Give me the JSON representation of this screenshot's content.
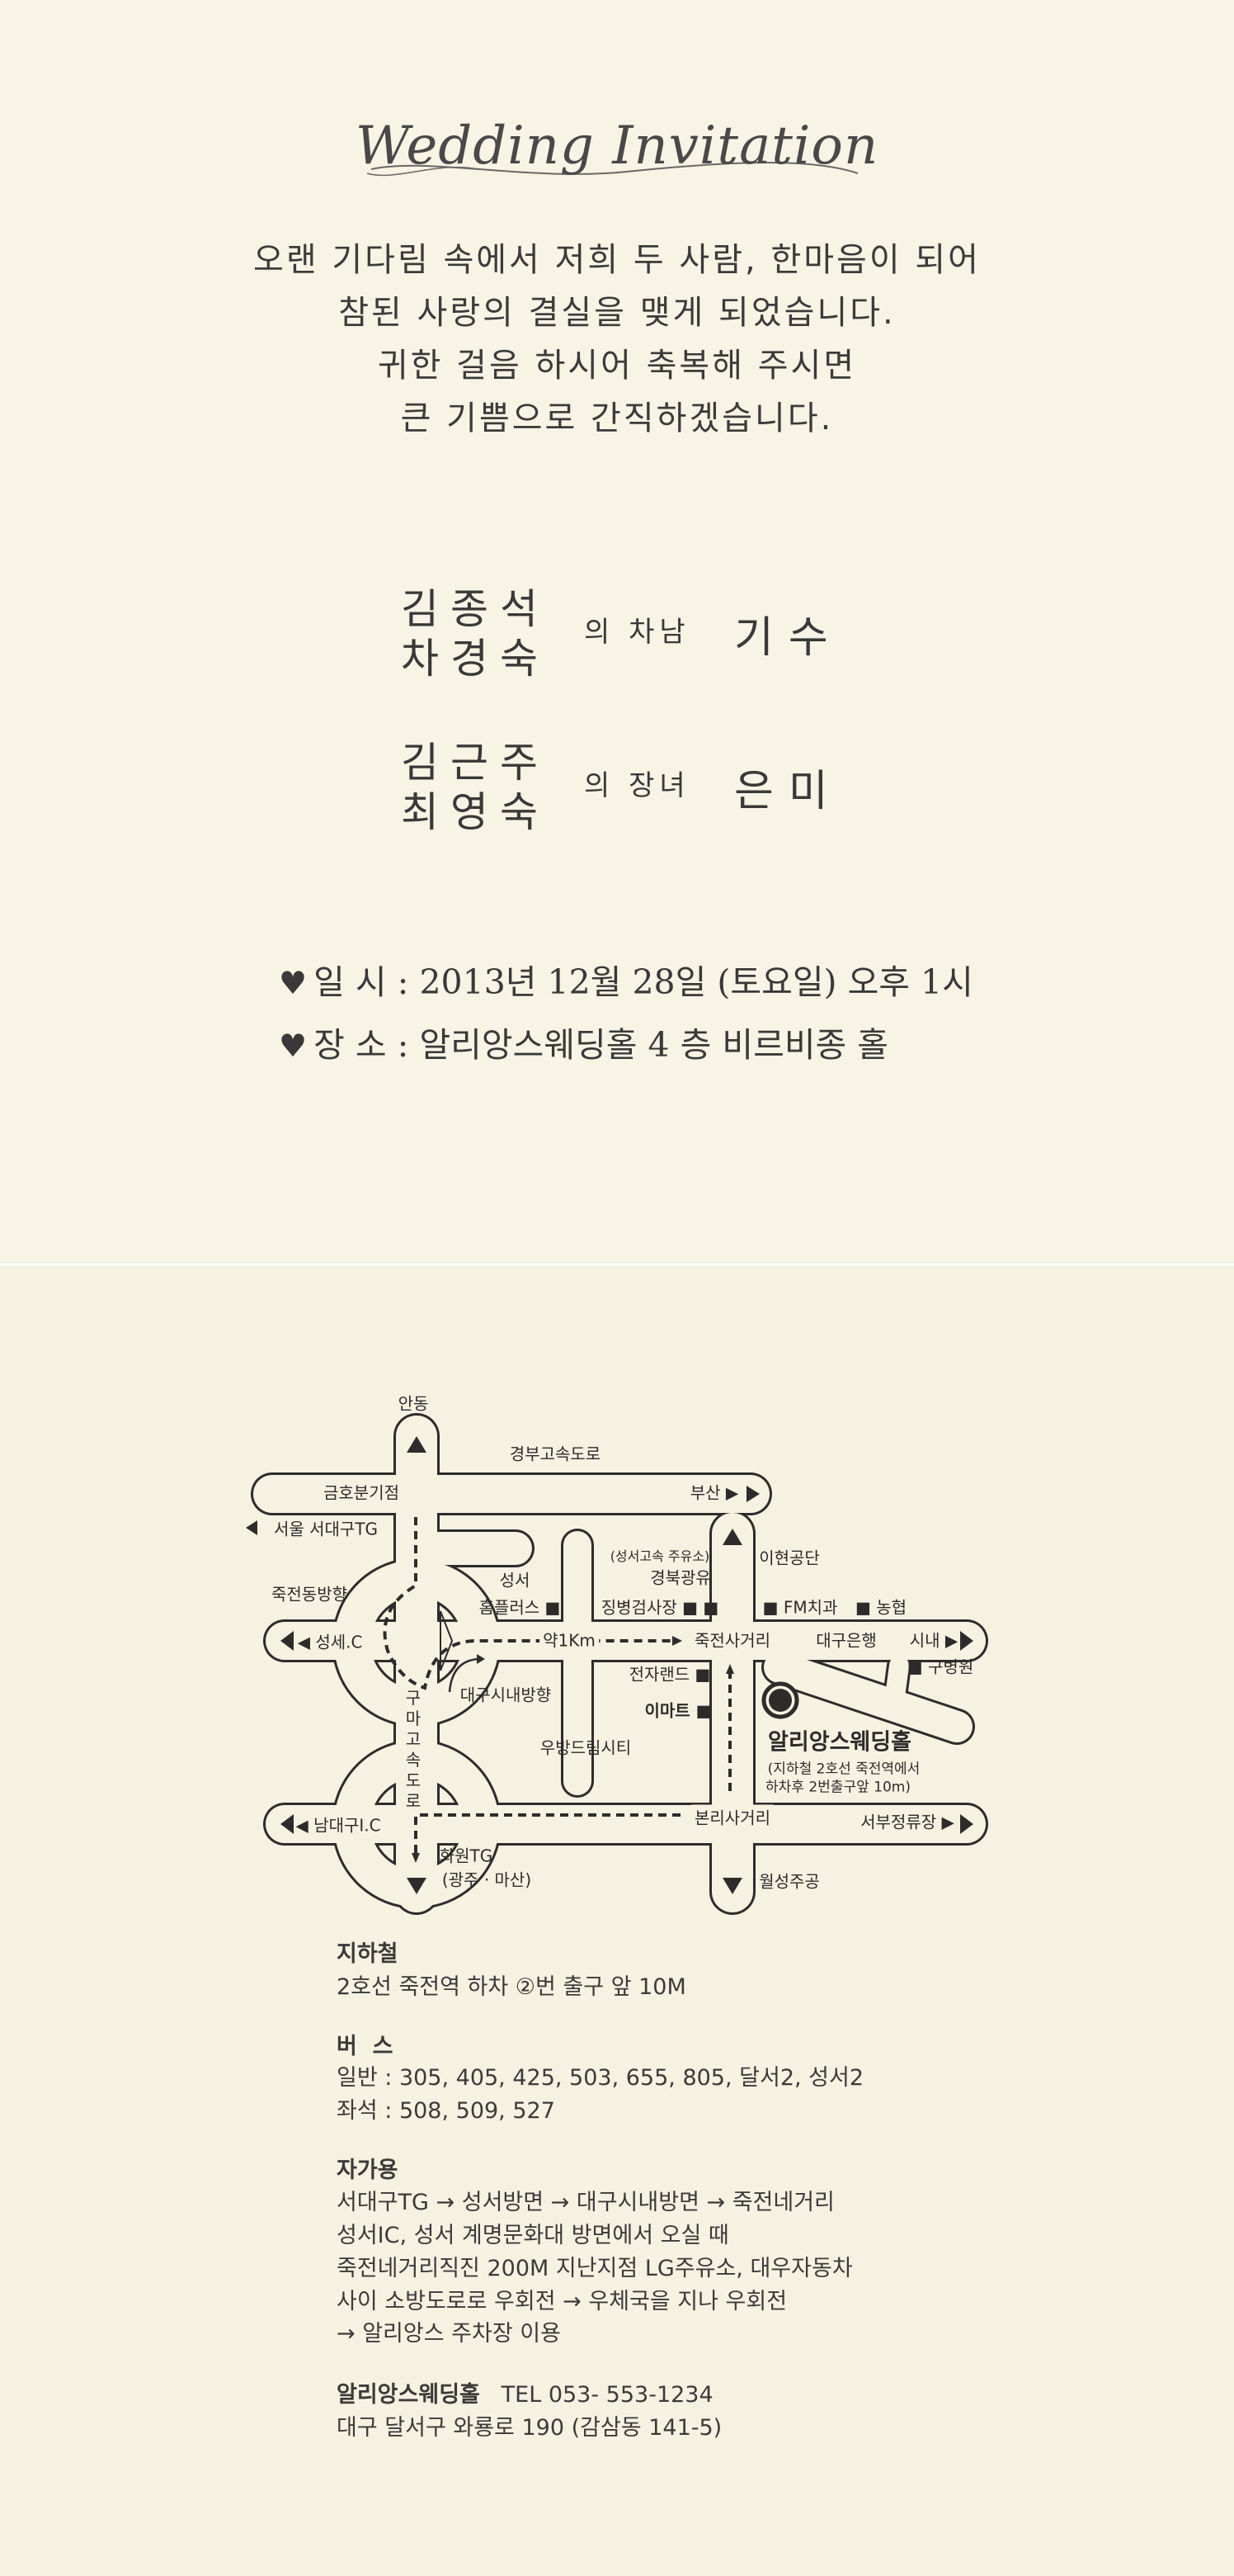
{
  "header": {
    "title": "Wedding Invitation"
  },
  "greeting": [
    "오랜 기다림 속에서 저희 두 사람, 한마음이 되어",
    "참된 사랑의 결실을 맺게 되었습니다.",
    "귀한 걸음 하시어 축복해 주시면",
    "큰 기쁨으로 간직하겠습니다."
  ],
  "families": [
    {
      "father": "김종석",
      "mother": "차경숙",
      "relation": "의 차남",
      "child": "기수"
    },
    {
      "father": "김근주",
      "mother": "최영숙",
      "relation": "의 장녀",
      "child": "은미"
    }
  ],
  "details": {
    "date": {
      "icon": "♥",
      "label": "일 시 : ",
      "value": "2013년 12월 28일 (토요일) 오후 1시"
    },
    "venue": {
      "icon": "♥",
      "label": "장 소 : ",
      "value": "알리앙스웨딩홀 4 층 비르비종 홀"
    }
  },
  "map": {
    "andong": "안동",
    "expressway": "경부고속도로",
    "geumho": "금호분기점",
    "busan": "부산",
    "seoul": "서울 서대구TG",
    "gas_station_note": "(성서고속 주유소)",
    "ihyeon": "이현공단",
    "seongseo": "성서",
    "gyeongbuk": "경북광유",
    "jukjeon_dir": "죽전동방향",
    "homeplus": "홈플러스",
    "byeongmu": "징병검사장",
    "fm_dental": "FM치과",
    "nonghyup": "농협",
    "seongseo_ic": "성세.C",
    "distance": "약1Km",
    "jukjeon_cross": "죽전사거리",
    "daegu_bank": "대구은행",
    "downtown": "시내",
    "gu_hospital": "구병원",
    "electroland": "전자랜드",
    "downtown_dir": "대구시내방향",
    "emart": "이마트",
    "venue": "알리앙스웨딩홀",
    "venue_note1": "(지하철 2호선 죽전역에서",
    "venue_note2": "하차후 2번출구앞 10m)",
    "woobang": "우방드림시티",
    "guma": [
      "구",
      "마",
      "고",
      "속",
      "도",
      "로"
    ],
    "namdaegu": "남대구I.C",
    "bonri": "본리사거리",
    "seobu": "서부정류장",
    "hwawon": "화원TG",
    "hwawon_note": "(광주 · 마산)",
    "wolseong": "월성주공"
  },
  "directions": {
    "subway_title": "지하철",
    "subway": "2호선 죽전역 하차 ②번 출구 앞 10M",
    "bus_title": "버  스",
    "bus_general": "일반 : 305, 405, 425, 503, 655, 805, 달서2, 성서2",
    "bus_seat": "좌석 : 508, 509, 527",
    "car_title": "자가용",
    "car": [
      "서대구TG → 성서방면 → 대구시내방면 → 죽전네거리",
      "성서IC, 성서 계명문화대 방면에서 오실 때",
      "죽전네거리직진 200M 지난지점 LG주유소, 대우자동차",
      "사이 소방도로로 우회전 → 우체국을 지나 우회전",
      "→ 알리앙스 주차장 이용"
    ],
    "contact_name": "알리앙스웨딩홀",
    "contact_tel": "TEL 053- 553-1234",
    "address": "대구 달서구 와룡로 190 (감삼동 141-5)"
  }
}
